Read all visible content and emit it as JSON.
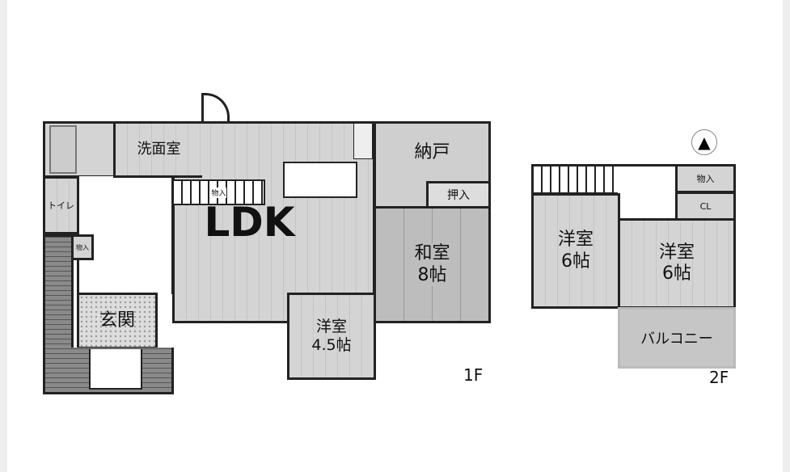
{
  "floor1": {
    "label": "1F",
    "rooms": {
      "washroom": "洗面室",
      "toilet": "トイレ",
      "storage_stairs": "物入",
      "storage_small": "物入",
      "ldk": "LDK",
      "nando": "納戸",
      "oshiire": "押入",
      "washitsu": "和室",
      "washitsu_size": "8帖",
      "youshitsu": "洋室",
      "youshitsu_size": "4.5帖",
      "genkan": "玄関"
    }
  },
  "floor2": {
    "label": "2F",
    "rooms": {
      "storage": "物入",
      "closet": "CL",
      "room_a": "洋室",
      "room_a_size": "6帖",
      "room_b": "洋室",
      "room_b_size": "6帖",
      "balcony": "バルコニー"
    }
  },
  "icons": {
    "compass": "north-arrow-icon"
  }
}
